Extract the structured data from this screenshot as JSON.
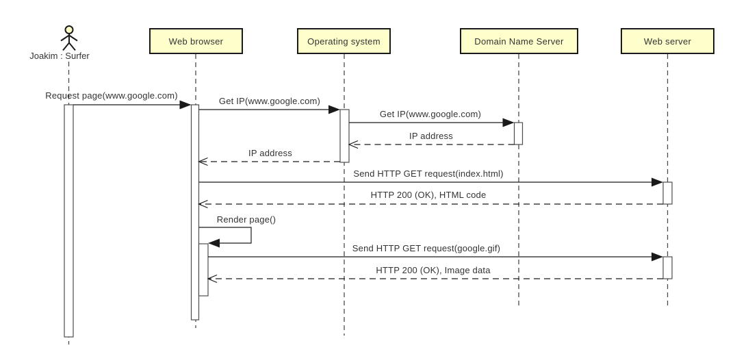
{
  "diagram": {
    "kind": "uml-sequence-diagram",
    "participants": [
      {
        "id": "actor",
        "label": "Joakim : Surfer",
        "type": "actor"
      },
      {
        "id": "web-browser",
        "label": "Web browser",
        "type": "object"
      },
      {
        "id": "operating-system",
        "label": "Operating system",
        "type": "object"
      },
      {
        "id": "domain-name-server",
        "label": "Domain Name Server",
        "type": "object"
      },
      {
        "id": "web-server",
        "label": "Web server",
        "type": "object"
      }
    ],
    "messages": [
      {
        "label": "Request page(www.google.com)",
        "from": "actor",
        "to": "web-browser",
        "type": "call"
      },
      {
        "label": "Get IP(www.google.com)",
        "from": "web-browser",
        "to": "operating-system",
        "type": "call"
      },
      {
        "label": "Get IP(www.google.com)",
        "from": "operating-system",
        "to": "domain-name-server",
        "type": "call"
      },
      {
        "label": "IP address",
        "from": "domain-name-server",
        "to": "operating-system",
        "type": "return"
      },
      {
        "label": "IP address",
        "from": "operating-system",
        "to": "web-browser",
        "type": "return"
      },
      {
        "label": "Send HTTP GET request(index.html)",
        "from": "web-browser",
        "to": "web-server",
        "type": "call"
      },
      {
        "label": "HTTP 200 (OK), HTML code",
        "from": "web-server",
        "to": "web-browser",
        "type": "return"
      },
      {
        "label": "Render page()",
        "from": "web-browser",
        "to": "web-browser",
        "type": "self-call"
      },
      {
        "label": "Send HTTP GET request(google.gif)",
        "from": "web-browser",
        "to": "web-server",
        "type": "call"
      },
      {
        "label": "HTTP 200 (OK), Image data",
        "from": "web-server",
        "to": "web-browser",
        "type": "return"
      }
    ],
    "colors": {
      "participant_fill": "#ffffcc",
      "participant_border": "#1a1a1a",
      "actor_head_fill": "#ffffcc",
      "message_line": "#1a1a1a",
      "lifeline": "#4a4a4a",
      "background": "#ffffff",
      "text": "#333333"
    }
  }
}
